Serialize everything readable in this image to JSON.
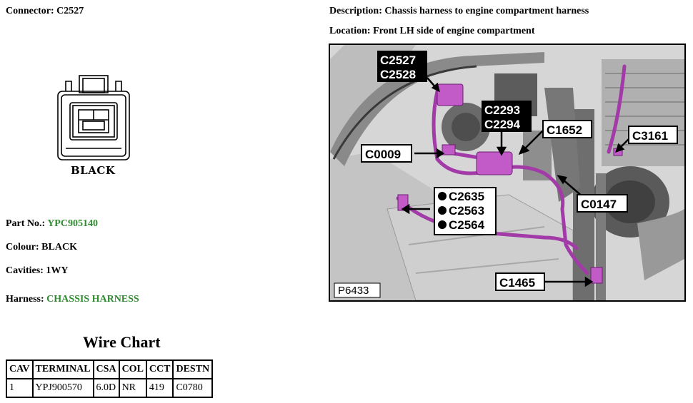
{
  "connector": {
    "label": "Connector:",
    "value": "C2527"
  },
  "part_no": {
    "label": "Part No.:",
    "value": "YPC905140"
  },
  "colour": {
    "label": "Colour:",
    "value": "BLACK"
  },
  "cavities": {
    "label": "Cavities:",
    "value": "1WY"
  },
  "harness": {
    "label": "Harness:",
    "value": "CHASSIS HARNESS"
  },
  "description": {
    "label": "Description:",
    "value": "Chassis harness to engine compartment harness"
  },
  "location": {
    "label": "Location:",
    "value": "Front LH side of engine compartment"
  },
  "connector_drawing": {
    "caption": "BLACK"
  },
  "wire_chart": {
    "title": "Wire Chart",
    "headers": [
      "CAV",
      "TERMINAL",
      "CSA",
      "COL",
      "CCT",
      "DESTN"
    ],
    "rows": [
      [
        "1",
        "YPJ900570",
        "6.0D",
        "NR",
        "419",
        "C0780"
      ]
    ]
  },
  "photo": {
    "figure_id": "P6433",
    "callouts": {
      "c2527": "C2527",
      "c2528": "C2528",
      "c2293": "C2293",
      "c2294": "C2294",
      "c1652": "C1652",
      "c3161": "C3161",
      "c0009": "C0009",
      "c2635": "C2635",
      "c2563": "C2563",
      "c2564": "C2564",
      "c0147": "C0147",
      "c1465": "C1465"
    },
    "colors": {
      "harness": "#a23aa8",
      "label_box": "#000000",
      "label_text": "#ffffff"
    }
  }
}
